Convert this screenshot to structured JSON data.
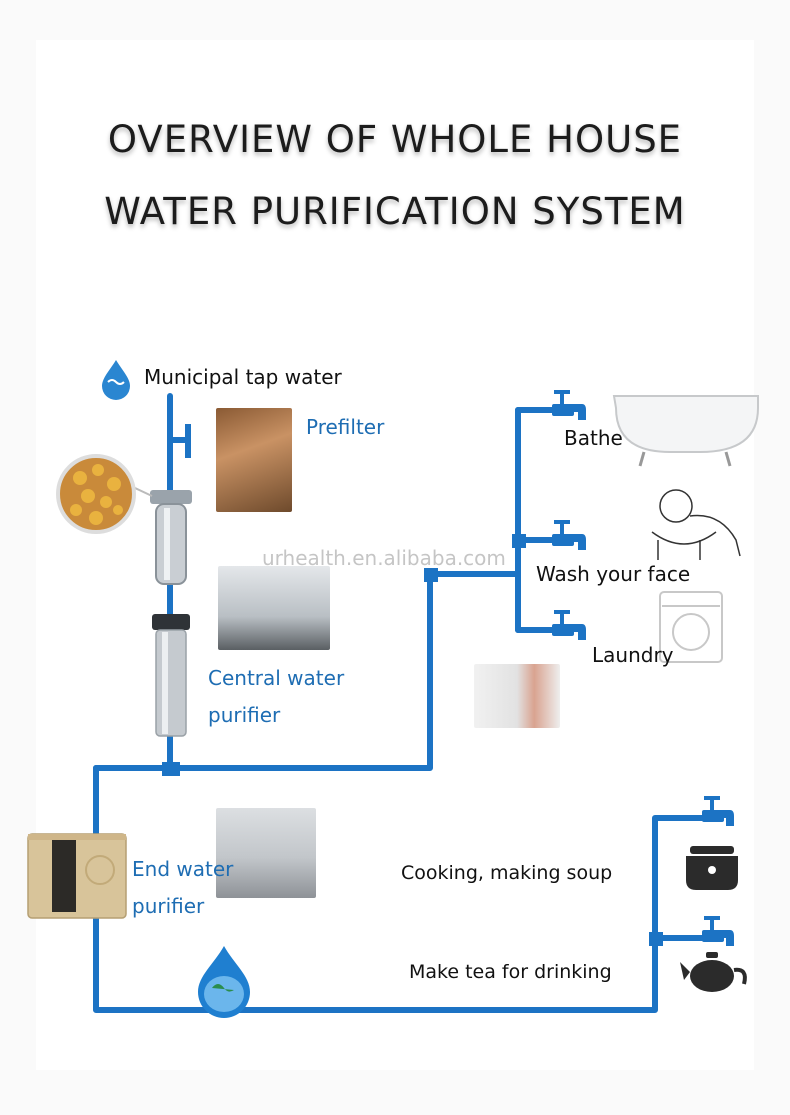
{
  "title_line1": "OVERVIEW OF WHOLE HOUSE",
  "title_line2": "WATER PURIFICATION SYSTEM",
  "labels": {
    "municipal": "Municipal tap water",
    "prefilter": "Prefilter",
    "central_line1": "Central water",
    "central_line2": "purifier",
    "end_line1": "End water",
    "end_line2": "purifier",
    "bathe": "Bathe",
    "wash_face": "Wash your face",
    "laundry": "Laundry",
    "cooking": "Cooking, making soup",
    "tea": "Make tea for drinking"
  },
  "watermark": "urhealth.en.alibaba.com",
  "colors": {
    "pipe": "#1c73c4",
    "accent_text": "#1e6db3",
    "text": "#111111"
  },
  "icons": [
    "water-drop-icon",
    "valve-icon",
    "faucet-icon",
    "bathtub-icon",
    "washbasin-icon",
    "washing-machine-icon",
    "rice-cooker-icon",
    "teapot-icon",
    "globe-drop-icon"
  ]
}
